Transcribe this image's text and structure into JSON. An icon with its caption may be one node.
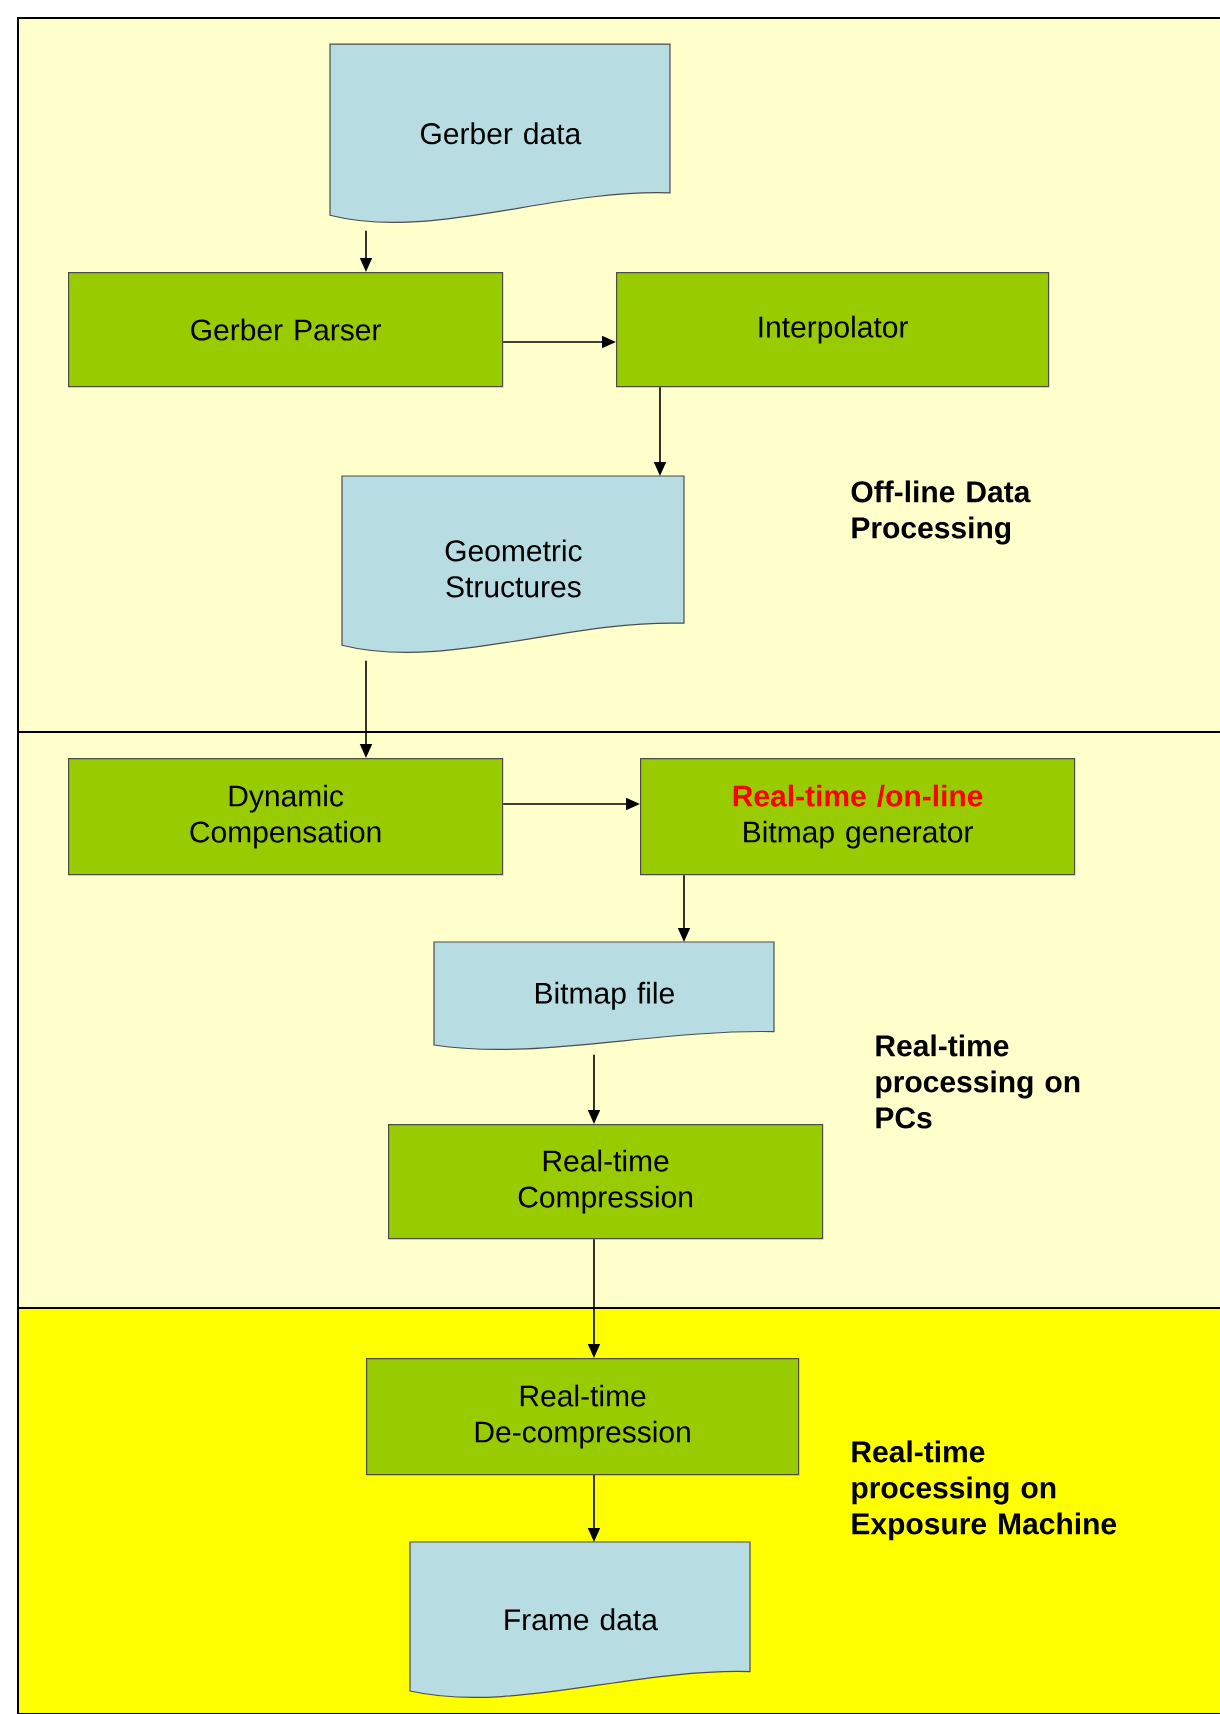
{
  "diagram": {
    "nodes": [
      {
        "text": [
          "Off-line Data Processing"
        ]
      },
      {
        "text": [
          "Real-time processing on PCs"
        ]
      },
      {
        "text": [
          "Real-time processing on Exposure Machine"
        ]
      },
      {
        "text": [
          "Gerber data"
        ],
        "in": 0
      },
      {
        "text": [
          "Gerber Parser"
        ],
        "in": 0
      },
      {
        "text": [
          "Interpolator"
        ],
        "in": 0
      },
      {
        "text": [
          "Geometric Structures"
        ],
        "in": 0
      },
      {
        "text": [
          "Dynamic Compensation"
        ],
        "in": 1
      },
      {
        "text": [
          "Real-time /on-line",
          "Bitmap generator"
        ],
        "in": 1
      },
      {
        "text": [
          "Bitmap file"
        ],
        "in": 1
      },
      {
        "text": [
          "Real-time Compression"
        ],
        "in": 1
      },
      {
        "text": [
          "Real-time De-compression"
        ],
        "in": 2
      },
      {
        "text": [
          "Frame data"
        ],
        "in": 2
      }
    ],
    "edges": [
      {
        "from": 3,
        "to": 4,
        "arrow": "to"
      },
      {
        "from": 4,
        "to": 5,
        "arrow": "to"
      },
      {
        "from": 5,
        "to": 6,
        "arrow": "to"
      },
      {
        "from": 6,
        "to": 7,
        "arrow": "to"
      },
      {
        "from": 7,
        "to": 8,
        "arrow": "to"
      },
      {
        "from": 8,
        "to": 9,
        "arrow": "to"
      },
      {
        "from": 9,
        "to": 10,
        "arrow": "to"
      },
      {
        "from": 10,
        "to": 11,
        "arrow": "to"
      },
      {
        "from": 11,
        "to": 12,
        "arrow": "to"
      }
    ]
  }
}
